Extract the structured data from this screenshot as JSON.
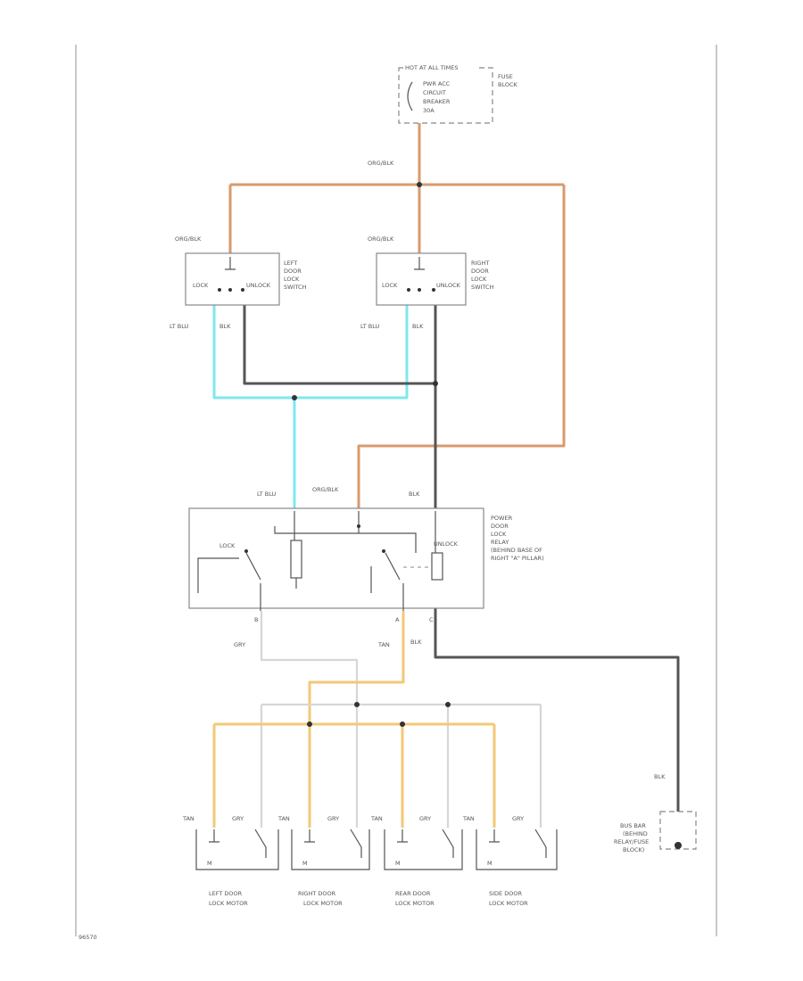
{
  "fuse_block": {
    "header": "HOT AT ALL TIMES",
    "lines": [
      "PWR ACC",
      "CIRCUIT",
      "BREAKER",
      "30A"
    ],
    "side_label": [
      "FUSE",
      "BLOCK"
    ]
  },
  "left_switch": {
    "input_wire": "ORG/BLK",
    "lock_label": "LOCK",
    "unlock_label": "UNLOCK",
    "name": [
      "LEFT",
      "DOOR",
      "LOCK",
      "SWITCH"
    ],
    "out_left": "LT BLU",
    "out_right": "BLK"
  },
  "right_switch": {
    "input_wire": "ORG/BLK",
    "lock_label": "LOCK",
    "unlock_label": "UNLOCK",
    "name": [
      "RIGHT",
      "DOOR",
      "LOCK",
      "SWITCH"
    ],
    "out_left": "LT BLU",
    "out_right": "BLK"
  },
  "feed_wire": "ORG/BLK",
  "relay": {
    "in_left": "LT BLU",
    "in_mid": "ORG/BLK",
    "in_right": "BLK",
    "lock_label": "LOCK",
    "unlock_label": "UNLOCK",
    "name": [
      "POWER",
      "DOOR",
      "LOCK",
      "RELAY",
      "(BEHIND BASE OF",
      "RIGHT \"A\" PILLAR)"
    ],
    "pin_b": "B",
    "pin_a": "A",
    "pin_c": "C",
    "out_gray": "GRY",
    "out_tan": "TAN",
    "out_blk": "BLK"
  },
  "motors": [
    {
      "tan": "TAN",
      "gry": "GRY",
      "m": "M",
      "name": [
        "LEFT DOOR",
        "LOCK MOTOR"
      ]
    },
    {
      "tan": "TAN",
      "gry": "GRY",
      "m": "M",
      "name": [
        "RIGHT DOOR",
        "LOCK MOTOR"
      ]
    },
    {
      "tan": "TAN",
      "gry": "GRY",
      "m": "M",
      "name": [
        "REAR DOOR",
        "LOCK MOTOR"
      ]
    },
    {
      "tan": "TAN",
      "gry": "GRY",
      "m": "M",
      "name": [
        "SIDE DOOR",
        "LOCK MOTOR"
      ]
    }
  ],
  "ground": {
    "wire": "BLK",
    "label": [
      "BUS BAR",
      "(BEHIND",
      "RELAY/FUSE",
      "BLOCK)"
    ]
  },
  "footer_code": "96570"
}
